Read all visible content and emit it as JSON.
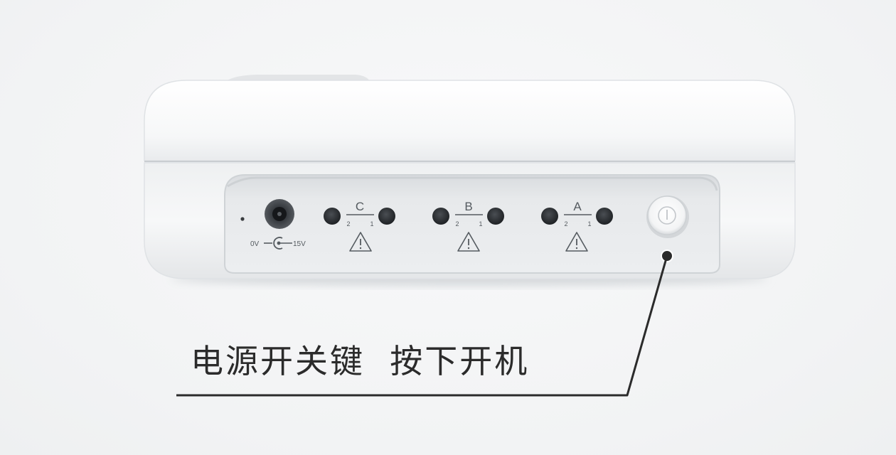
{
  "caption": {
    "text": "电源开关键  按下开机"
  },
  "power_jack": {
    "left_label": "0V",
    "right_label": "15V"
  },
  "channels": [
    {
      "name": "C",
      "left_pin": "2",
      "right_pin": "1"
    },
    {
      "name": "B",
      "left_pin": "2",
      "right_pin": "1"
    },
    {
      "name": "A",
      "left_pin": "2",
      "right_pin": "1"
    }
  ],
  "colors": {
    "body": "#f7f8f9",
    "panel": "#e6e8ea",
    "socket": "#2c2f33",
    "callout": "#2b2b2b"
  }
}
